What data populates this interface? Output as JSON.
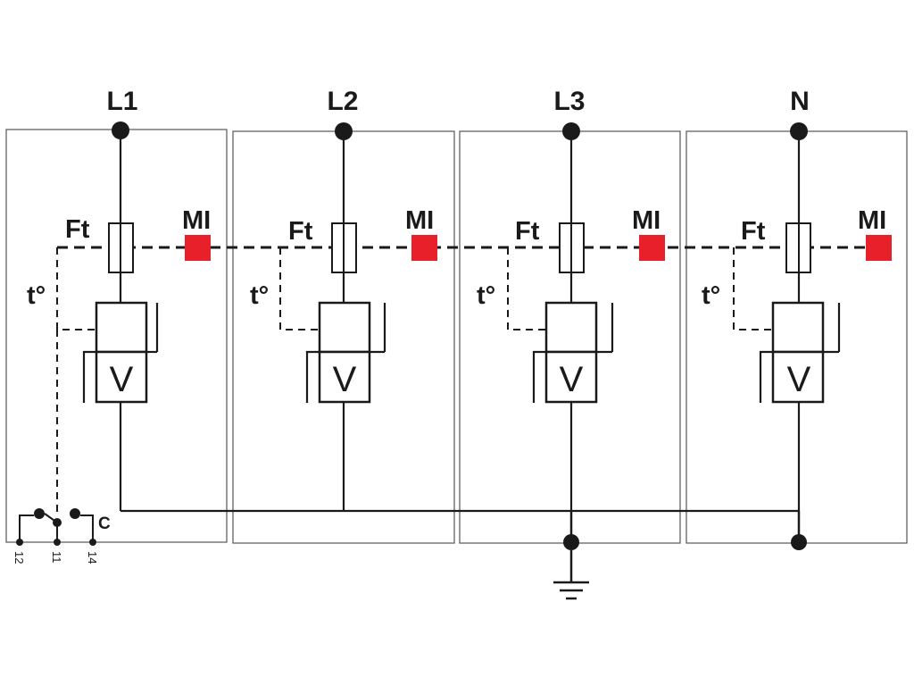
{
  "diagram": {
    "modules": [
      {
        "terminal": "L1",
        "fuse_label": "Ft",
        "indicator_label": "MI",
        "thermal_label": "t°",
        "varistor_label": "V"
      },
      {
        "terminal": "L2",
        "fuse_label": "Ft",
        "indicator_label": "MI",
        "thermal_label": "t°",
        "varistor_label": "V"
      },
      {
        "terminal": "L3",
        "fuse_label": "Ft",
        "indicator_label": "MI",
        "thermal_label": "t°",
        "varistor_label": "V"
      },
      {
        "terminal": "N",
        "fuse_label": "Ft",
        "indicator_label": "MI",
        "thermal_label": "t°",
        "varistor_label": "V"
      }
    ],
    "contact": {
      "common_label": "C",
      "pins": [
        "12",
        "11",
        "14"
      ]
    },
    "colors": {
      "line": "#1a1a1a",
      "box_border": "#555555",
      "indicator": "#e8202a"
    }
  }
}
